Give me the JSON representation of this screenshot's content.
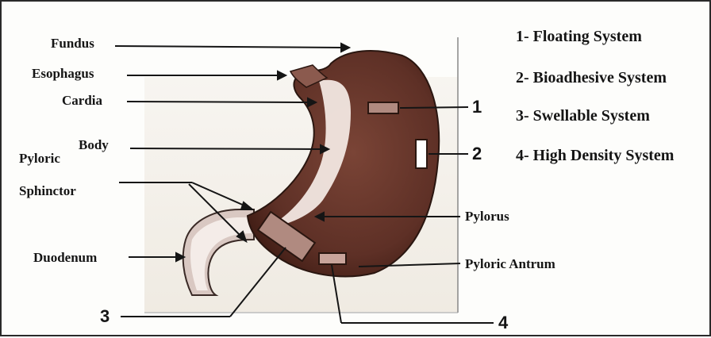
{
  "labels": {
    "fundus": "Fundus",
    "esophagus": "Esophagus",
    "cardia": "Cardia",
    "body": "Body",
    "pyloric": "Pyloric",
    "sphinctor": "Sphinctor",
    "duodenum": "Duodenum",
    "pylorus": "Pylorus",
    "pyloric_antrum": "Pyloric Antrum"
  },
  "legend": [
    "1- Floating System",
    "2- Bioadhesive System",
    "3- Swellable System",
    "4- High Density System"
  ],
  "markers": [
    "1",
    "2",
    "3",
    "4"
  ],
  "colors": {
    "stomach": "#6e3a2f",
    "stomach_dark": "#4a2219",
    "system_box": "#b08a80",
    "ink": "#151515"
  }
}
